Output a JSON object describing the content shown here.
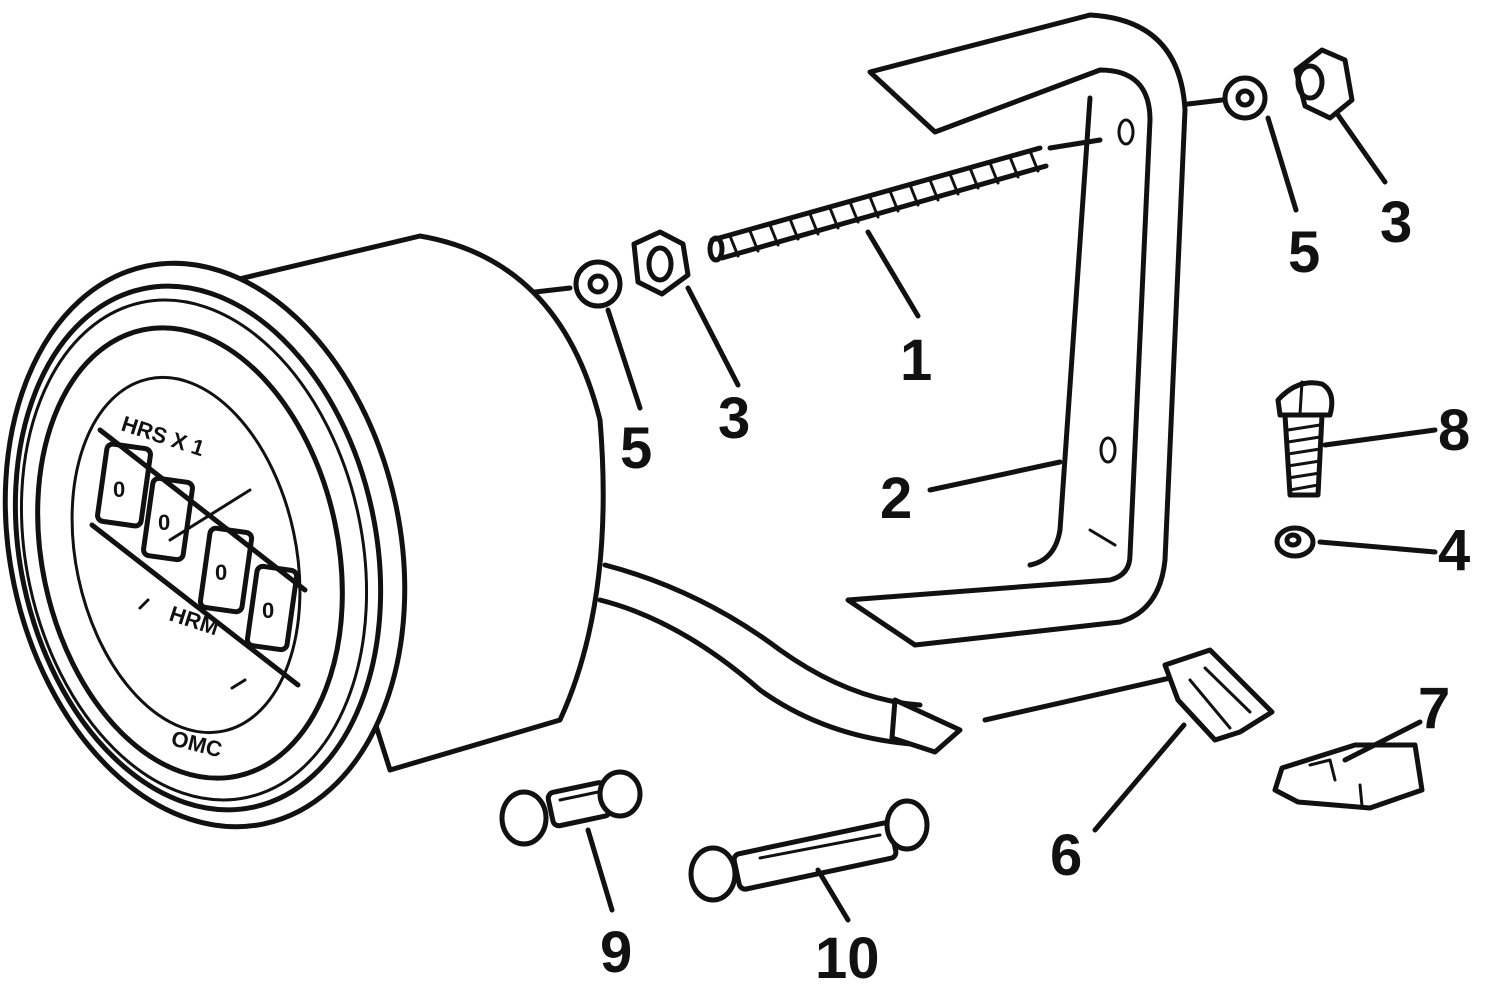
{
  "gauge": {
    "counter_digits": [
      "0",
      "0",
      "0",
      "0"
    ],
    "top_text": "HRS X 1",
    "mid_text": "HRM",
    "brand": "OMC"
  },
  "callouts": {
    "c1": "1",
    "c2": "2",
    "c3_left": "3",
    "c3_right": "3",
    "c4": "4",
    "c5_left": "5",
    "c5_right": "5",
    "c6": "6",
    "c7": "7",
    "c8": "8",
    "c9": "9",
    "c10": "10"
  }
}
